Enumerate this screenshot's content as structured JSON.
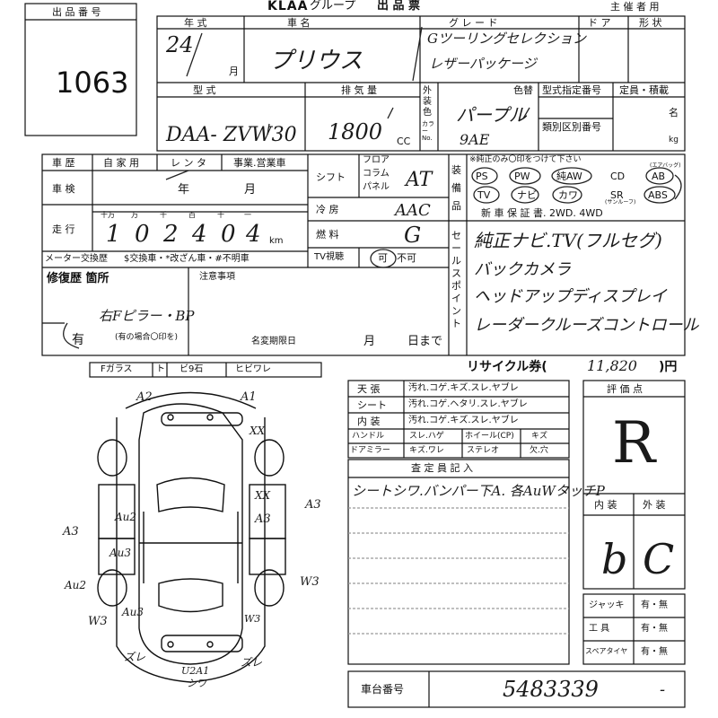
{
  "header": {
    "logo": "KLAA",
    "group": "グループ",
    "title": "出 品 票",
    "organizer": "主 催 者 用"
  },
  "lot": {
    "label": "出 品 番 号",
    "number": "1063"
  },
  "labels": {
    "year_type": "年 式",
    "car_name": "車 名",
    "grade": "グ レ ー ド",
    "doors": "ド ア",
    "body_shape": "形 状",
    "month": "月",
    "model": "型 式",
    "displacement": "排 気 量",
    "cc": "CC",
    "ext_color": "外装色",
    "color_no": "カラーNo.",
    "color_change": "色替",
    "model_no": "型式指定番号",
    "class_no": "類別区別番号",
    "capacity": "定員・積載",
    "persons": "名",
    "kg": "kg",
    "history": "車 歴",
    "private": "自 家 用",
    "rental": "レ ン タ",
    "business": "事業.営業車",
    "inspection": "車 検",
    "year": "年",
    "month2": "月",
    "mileage": "走 行",
    "digits": [
      "十万",
      "万",
      "千",
      "百",
      "十",
      "一"
    ],
    "km": "km",
    "shift": "シフト",
    "floor": "フロア",
    "column": "コラム",
    "panel": "パネル",
    "ac": "冷 房",
    "fuel": "燃 料",
    "equip": "装 備 品",
    "equip_note": "※純正のみ〇印をつけて下さい",
    "equip_row1": [
      "PS",
      "PW",
      "純AW",
      "CD",
      "AB"
    ],
    "equip_row2": [
      "TV",
      "ナビ",
      "カワ",
      "SR",
      "ABS"
    ],
    "sunroof_note": "(サンルーフ)",
    "airbag_note": "(エアバッグ)",
    "warranty": "新 車 保 証 書. 2WD. 4WD",
    "meter": "メーター交換歴",
    "meter_opts": "$交換車・*改ざん車・#不明車",
    "tv": "TV視聴",
    "tv_yes": "可",
    "tv_no": "不可",
    "sales_point": "セールスポイント",
    "repair": "修復歴 箇所",
    "notes": "注意事項",
    "repair_yes": "有",
    "repair_note": "(有の場合〇印を)",
    "deadline": "名変期限日",
    "deadline_m": "月",
    "deadline_d": "日まで",
    "glass": [
      "Fガラス",
      "ト",
      "ビ9石",
      "ヒビワレ"
    ],
    "recycle": "リサイクル券(",
    "recycle_unit": ")円",
    "interior_rows": [
      [
        "天 張",
        "汚れ.コゲ.キズ.スレ.ヤブレ"
      ],
      [
        "シート",
        "汚れ.コゲ.ヘタリ.スレ.ヤブレ"
      ],
      [
        "内 装",
        "汚れ.コゲ.キズ.スレ.ヤブレ"
      ]
    ],
    "handle": "ハンドル",
    "handle_opt": "スレ.ハゲ",
    "wheel": "ホイール(CP)",
    "wheel_opt": "キズ",
    "mirror": "ドアミラー",
    "mirror_opt": "キズ.ワレ",
    "stereo": "ステレオ",
    "stereo_opt": "欠.穴",
    "inspector": "査 定 員 記 入",
    "grade_label": "評 価 点",
    "interior": "内 装",
    "exterior": "外 装",
    "jack": "ジャッキ",
    "tools": "工 具",
    "spare": "スペアタイヤ",
    "has_none": "有・無",
    "chassis": "車台番号"
  },
  "values": {
    "year": "24",
    "car_name": "プリウス",
    "grade_line1": "Gツーリングセレクション",
    "grade_line2": "レザーパッケージ",
    "model": "DAA- ZVW30",
    "displacement": "1800",
    "color": "パープル",
    "color_code": "9AE",
    "mileage_digits": [
      "1",
      "0",
      "2",
      "4",
      "0",
      "4"
    ],
    "shift": "AT",
    "ac": "AAC",
    "fuel": "G",
    "sales_points": [
      "純正ナビ.TV(フルセグ)",
      "バックカメラ",
      "ヘッドアップディスプレイ",
      "レーダークルーズコントロール"
    ],
    "repair_detail": "右Fピラー・BP",
    "recycle_amount": "11,820",
    "inspector_note": "シートシワ.バンパー下A. 各AuWタッチP",
    "grade": "R",
    "interior_grade": "b",
    "exterior_grade": "C",
    "chassis": "5483339",
    "diagram_marks": [
      "A2",
      "A1",
      "XX",
      "XX",
      "A3",
      "A3",
      "Au2",
      "A3",
      "Au3",
      "Au2",
      "W3",
      "W3",
      "Au3",
      "W3",
      "ズレ",
      "ズレ",
      "U2A1",
      "シワ"
    ]
  },
  "colors": {
    "ink": "#111111"
  }
}
